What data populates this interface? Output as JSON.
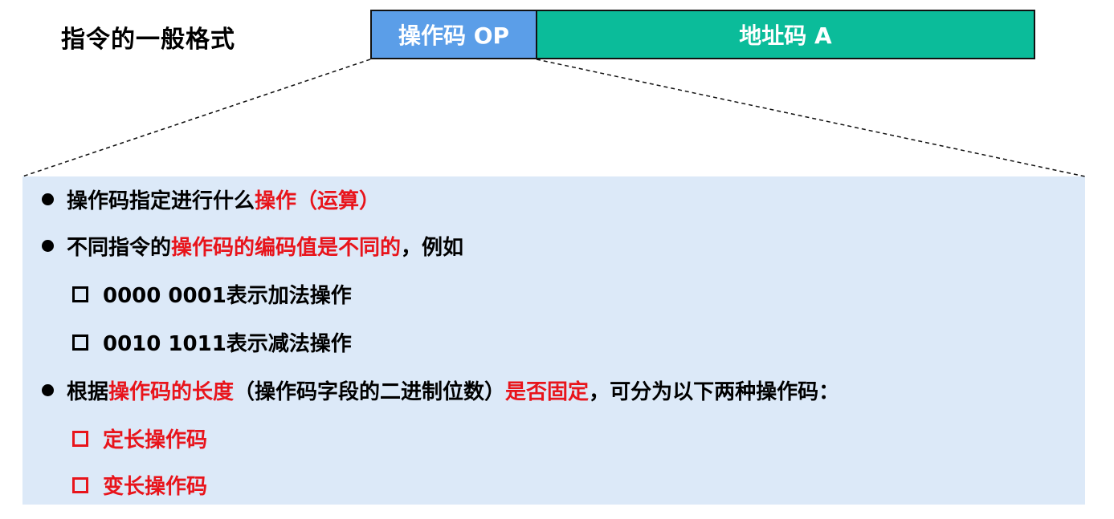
{
  "title": "指令的一般格式",
  "instruction_format": {
    "opcode_label": "操作码 OP",
    "address_label": "地址码 A",
    "opcode_color": "#5b9ee8",
    "address_color": "#0bbc9a"
  },
  "accent_color": "#e8141b",
  "panel_color": "#dce9f8",
  "points": {
    "p1": {
      "text_a": "操作码指定进行什么",
      "text_red": "操作（运算）"
    },
    "p2": {
      "text_a": "不同指令的",
      "text_red": "操作码的编码值是不同的",
      "text_b": "，例如"
    },
    "p2_sub1": "0000 0001表示加法操作",
    "p2_sub2": "0010 1011表示减法操作",
    "p3": {
      "text_a": "根据",
      "text_red1": "操作码的长度",
      "text_b": "（操作码字段的二进制位数）",
      "text_red2": "是否固定",
      "text_c": "，可分为以下两种操作码："
    },
    "p3_sub1": "定长操作码",
    "p3_sub2": "变长操作码"
  }
}
